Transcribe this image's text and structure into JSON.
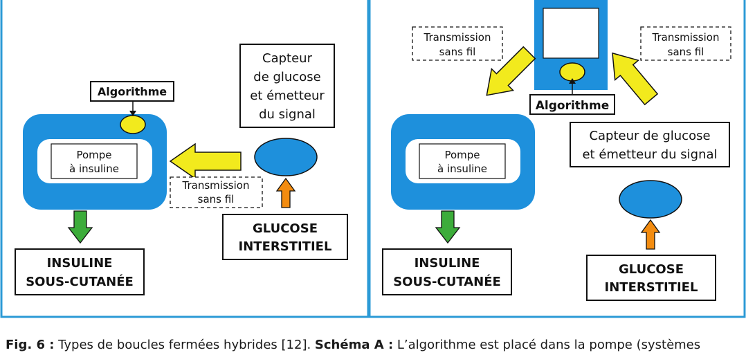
{
  "colors": {
    "panel_border": "#2b9ad6",
    "device_blue": "#1e90dc",
    "arrow_yellow": "#f2ea1d",
    "arrow_orange": "#f38c10",
    "arrow_green": "#3cac3a",
    "box_border": "#111111"
  },
  "schema_a": {
    "algorithm_label": "Algorithme",
    "pump_label_line1": "Pompe",
    "pump_label_line2": "à insuline",
    "sensor_label_line1": "Capteur",
    "sensor_label_line2": "de glucose",
    "sensor_label_line3": "et émetteur",
    "sensor_label_line4": "du signal",
    "transmission_line1": "Transmission",
    "transmission_line2": "sans fil",
    "glucose_line1": "GLUCOSE",
    "glucose_line2": "INTERSTITIEL",
    "insulin_line1": "INSULINE",
    "insulin_line2": "SOUS-CUTANÉE"
  },
  "schema_b": {
    "algorithm_label": "Algorithme",
    "pump_label_line1": "Pompe",
    "pump_label_line2": "à insuline",
    "sensor_label_line1": "Capteur de glucose",
    "sensor_label_line2": "et émetteur du signal",
    "transmission_left_line1": "Transmission",
    "transmission_left_line2": "sans fil",
    "transmission_right_line1": "Transmission",
    "transmission_right_line2": "sans fil",
    "glucose_line1": "GLUCOSE",
    "glucose_line2": "INTERSTITIEL",
    "insulin_line1": "INSULINE",
    "insulin_line2": "SOUS-CUTANÉE"
  },
  "caption": {
    "fig_label": "Fig. 6 :",
    "part1": " Types de boucles fermées hybrides [12]. ",
    "schema_label": "Schéma A :",
    "part2": " L’algorithme est placé dans la pompe (systèmes"
  }
}
